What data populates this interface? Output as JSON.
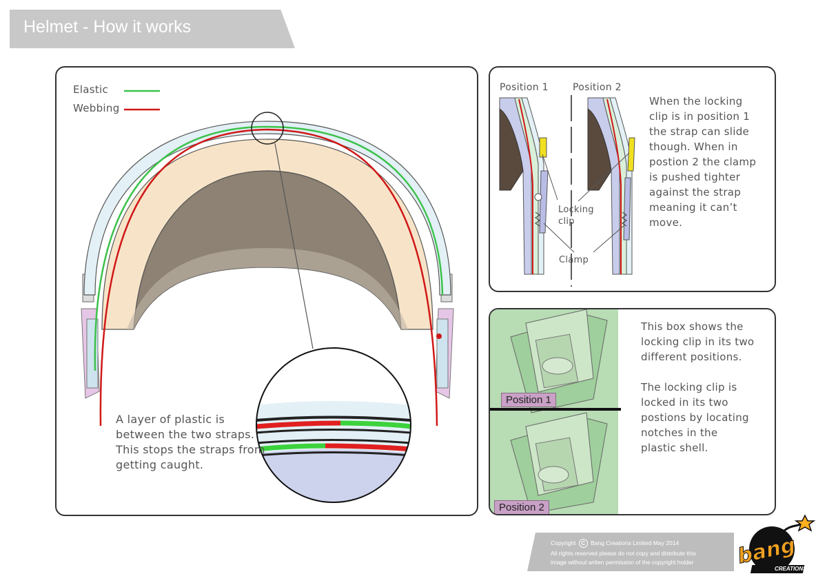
{
  "header": {
    "title": "Helmet - How it works"
  },
  "main_panel": {
    "legend": {
      "elastic_label": "Elastic",
      "webbing_label": "Webbing",
      "elastic_color": "#3cc24a",
      "webbing_color": "#d01818"
    },
    "annotation_lines": [
      "A layer of plastic is",
      "between the two straps.",
      "This stops the straps from",
      "getting caught."
    ]
  },
  "top_right_panel": {
    "position1_label": "Position 1",
    "position2_label": "Position 2",
    "locking_clip_label_line1": "Locking",
    "locking_clip_label_line2": "clip",
    "clamp_label": "Clamp",
    "description_lines": [
      "When the locking",
      "clip is in position 1",
      "the strap can slide",
      "though. When in",
      "postion 2 the clamp",
      "is pushed tighter",
      "against the strap",
      "meaning it can’t",
      "move."
    ]
  },
  "bottom_right_panel": {
    "position1_label": "Position 1",
    "position2_label": "Position 2",
    "description_lines": [
      "This box shows the",
      "locking clip in its two",
      "different positions.",
      "",
      "The locking clip is",
      "locked in its two",
      "postions by locating",
      "notches in the",
      "plastic shell."
    ]
  },
  "footer": {
    "copyright_prefix": "Copyright",
    "copyright_symbol": "C",
    "copyright_suffix": "Bang Creations  Limited May 2014",
    "line2": "All rights reserved please do not copy and  distribute this",
    "line3": "image  without writen permission of the copyright holder",
    "logo_text": "bang",
    "logo_subtext": "CREATIONS"
  }
}
